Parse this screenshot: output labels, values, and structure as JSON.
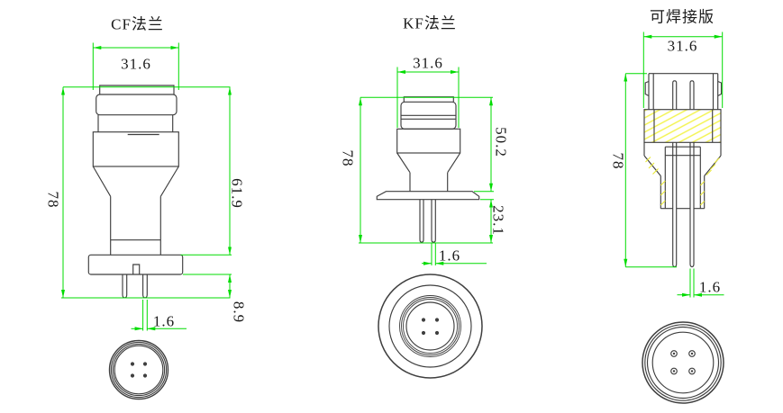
{
  "drawing": {
    "kind": "vacuum-feedthrough-flange-technical-drawing",
    "background": "#ffffff",
    "colors": {
      "outline": "#3f3f3f",
      "dimension_green": "#00dc00",
      "hatch_yellow": "#f3f34a",
      "text": "#1a1a1a"
    },
    "views": [
      {
        "id": "cf-flange",
        "title": "CF法兰",
        "dimensions": {
          "width": "31.6",
          "overall_height": "78",
          "body_height": "61.9",
          "pin_protrusion": "8.9",
          "pin_diameter": "1.6"
        }
      },
      {
        "id": "kf-flange",
        "title": "KF法兰",
        "dimensions": {
          "width": "31.6",
          "overall_height": "78",
          "body_height": "50.2",
          "below_flange_height": "23.1",
          "pin_diameter": "1.6"
        }
      },
      {
        "id": "weldable-version",
        "title": "可焊接版",
        "dimensions": {
          "width": "31.6",
          "overall_height": "78",
          "pin_diameter": "1.6"
        }
      }
    ]
  }
}
